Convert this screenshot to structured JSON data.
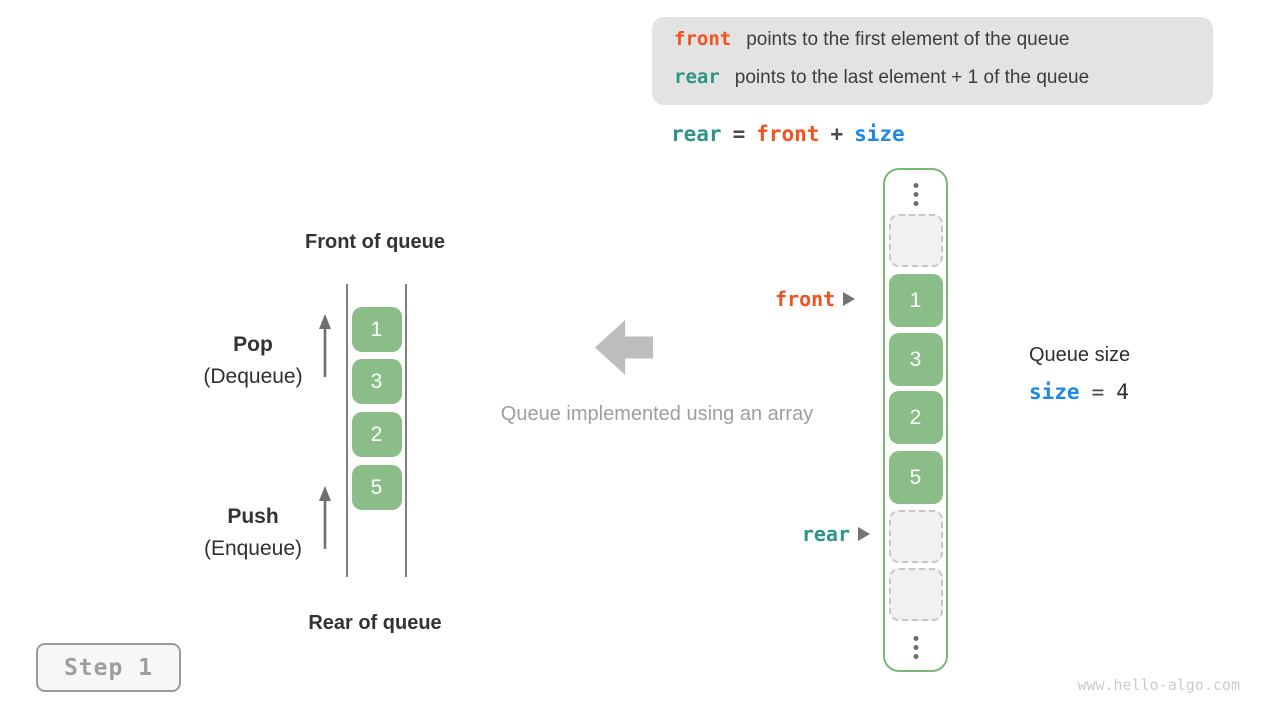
{
  "info_box": {
    "lines": [
      {
        "keyword": "front",
        "description": "points to the first element of the queue"
      },
      {
        "keyword": "rear",
        "description": "points to the last element + 1 of the queue"
      }
    ]
  },
  "formula": {
    "lhs": "rear",
    "equals": "=",
    "operand1": "front",
    "plus": "+",
    "operand2": "size"
  },
  "left_diagram": {
    "front_label": "Front of queue",
    "rear_label": "Rear of queue",
    "pop_title": "Pop",
    "pop_subtitle": "(Dequeue)",
    "push_title": "Push",
    "push_subtitle": "(Enqueue)",
    "cells": [
      "1",
      "3",
      "2",
      "5"
    ]
  },
  "center": {
    "caption": "Queue implemented using an array",
    "arrow_icon": "left-block-arrow"
  },
  "right_diagram": {
    "cells": [
      {
        "type": "ellipsis"
      },
      {
        "type": "empty"
      },
      {
        "type": "value",
        "value": "1"
      },
      {
        "type": "value",
        "value": "3"
      },
      {
        "type": "value",
        "value": "2"
      },
      {
        "type": "value",
        "value": "5"
      },
      {
        "type": "empty"
      },
      {
        "type": "empty"
      },
      {
        "type": "ellipsis"
      }
    ],
    "front_pointer_label": "front",
    "rear_pointer_label": "rear"
  },
  "queue_size": {
    "label": "Queue size",
    "variable": "size",
    "equals": "=",
    "value": "4"
  },
  "step_badge": "Step 1",
  "watermark": "www.hello-algo.com",
  "colors": {
    "front_accent": "#f4511e",
    "rear_accent": "#2e9485",
    "size_accent": "#1e88e5",
    "cell_green": "#8abd88",
    "container_border_green": "#79b877",
    "info_box_bg": "#e3e3e3",
    "muted_gray": "#9e9e9e",
    "dark_text": "#3c3c3c"
  }
}
